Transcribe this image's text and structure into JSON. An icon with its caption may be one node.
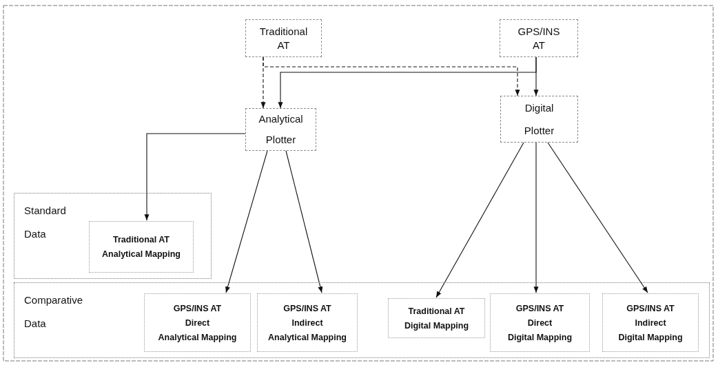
{
  "diagram": {
    "nodes": [
      {
        "text": [
          "Traditional AT"
        ]
      },
      {
        "text": [
          "GPS/INS AT"
        ]
      },
      {
        "text": [
          "Analytical Plotter"
        ]
      },
      {
        "text": [
          "Digital Plotter"
        ]
      },
      {
        "text": [
          "Standard Data"
        ]
      },
      {
        "text": [
          "Traditional AT",
          "Analytical Mapping"
        ],
        "in": 4
      },
      {
        "text": [
          "Comparative Data"
        ]
      },
      {
        "text": [
          "GPS/INS AT",
          "Direct",
          "Analytical Mapping"
        ],
        "in": 6
      },
      {
        "text": [
          "GPS/INS AT",
          "Indirect",
          "Analytical Mapping"
        ],
        "in": 6
      },
      {
        "text": [
          "Traditional AT",
          "Digital Mapping"
        ],
        "in": 6
      },
      {
        "text": [
          "GPS/INS AT",
          "Direct",
          "Digital Mapping"
        ],
        "in": 6
      },
      {
        "text": [
          "GPS/INS AT",
          "Indirect",
          "Digital Mapping"
        ],
        "in": 6
      }
    ],
    "edges": [
      {
        "from": 0,
        "to": 2,
        "arrow": "to",
        "style": "dashed"
      },
      {
        "from": 0,
        "to": 3,
        "arrow": "to",
        "style": "dashed"
      },
      {
        "from": 1,
        "to": 3,
        "arrow": "to"
      },
      {
        "from": 1,
        "to": 2,
        "arrow": "to"
      },
      {
        "from": 2,
        "to": 5,
        "arrow": "to"
      },
      {
        "from": 2,
        "to": 7,
        "arrow": "to"
      },
      {
        "from": 2,
        "to": 8,
        "arrow": "to"
      },
      {
        "from": 3,
        "to": 9,
        "arrow": "to"
      },
      {
        "from": 3,
        "to": 10,
        "arrow": "to"
      },
      {
        "from": 3,
        "to": 11,
        "arrow": "to"
      }
    ]
  }
}
